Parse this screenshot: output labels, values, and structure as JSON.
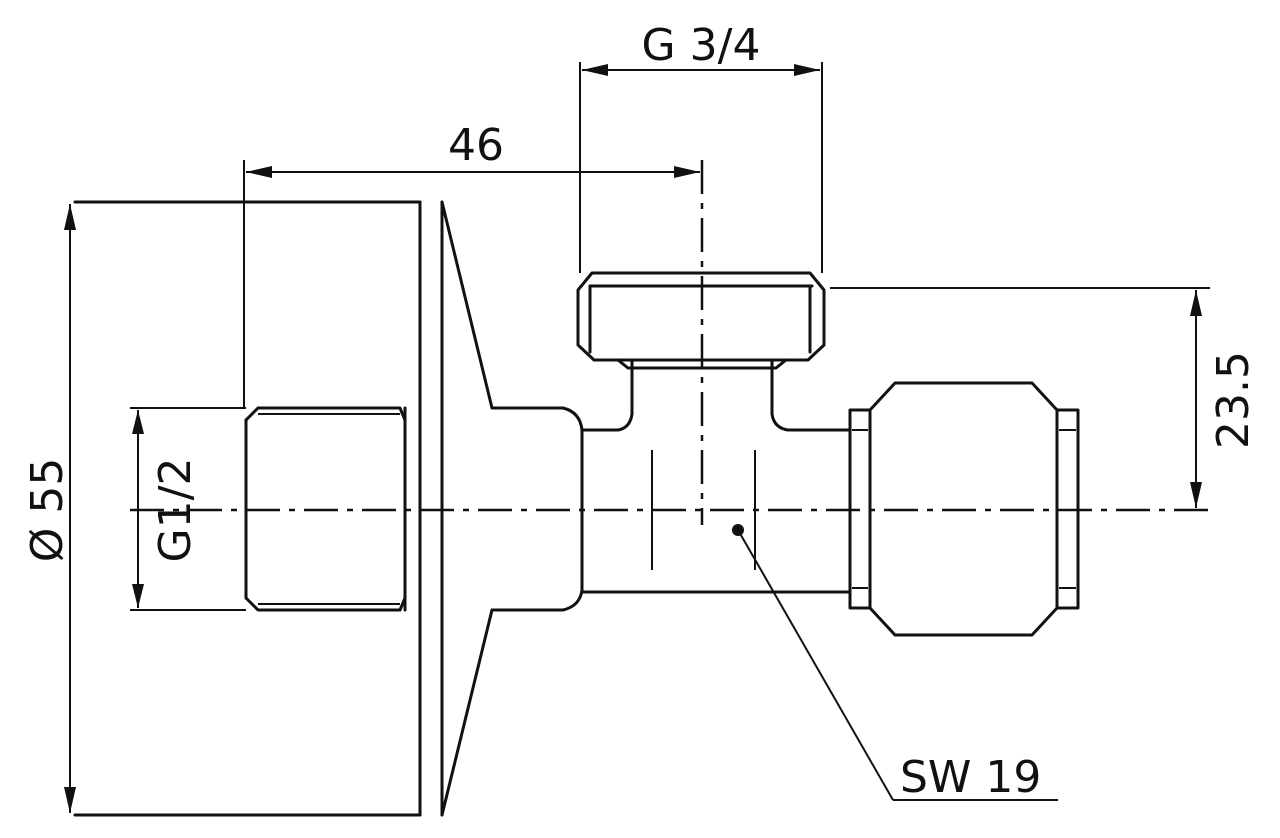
{
  "dimensions": {
    "diameter_label": "Ø 55",
    "inlet_thread_label": "G1/2",
    "length_label": "46",
    "outlet_thread_label": "G 3/4",
    "height_label": "23.5",
    "wrench_size_label": "SW 19"
  }
}
